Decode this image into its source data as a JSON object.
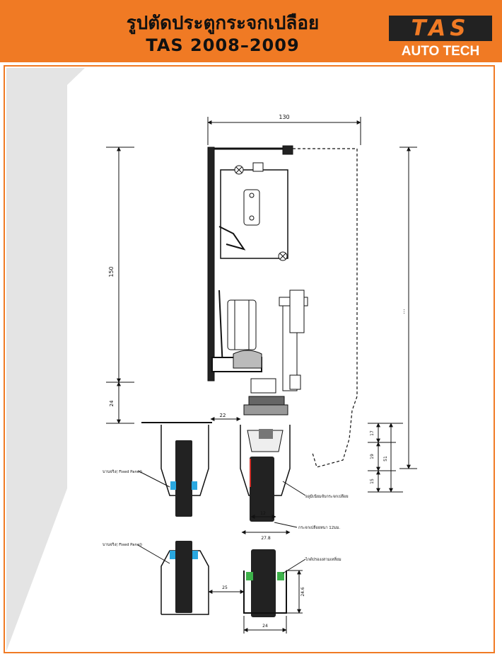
{
  "header": {
    "title_line1": "รูปตัดประตูกระจกเปลือย",
    "title_line2": "TAS 2008–2009",
    "logo_text": "TAS",
    "logo_sub": "AUTO TECH"
  },
  "colors": {
    "brand_orange": "#f07a24",
    "logo_dark": "#222222",
    "glass_blue": "#2aa8e0",
    "pad_green": "#3db24a",
    "seal_red": "#d0302a"
  },
  "dimensions": {
    "top_width": "130",
    "left_height": "150",
    "left_small": "24",
    "gap_top": "22",
    "right_total": "51",
    "right_1": "17",
    "right_2": "19",
    "right_3": "15",
    "inner_12": "12",
    "inner_278": "27.8",
    "bottom_gap": "25",
    "bottom_height": "24.6",
    "bottom_width": "24",
    "right_far": "..."
  },
  "callouts": {
    "panel_upper": "บานจริง( Fixed Panel)",
    "panel_lower": "บานจริง( Fixed Panel)",
    "aluminium_clamp": "อลูมิเนียมจับกระจกเปลือย",
    "glass_thickness": "กระจกเปลือยหนา 12มม.",
    "guide_pad": "ไกด์ปรองงสามเหลี่ยม"
  }
}
